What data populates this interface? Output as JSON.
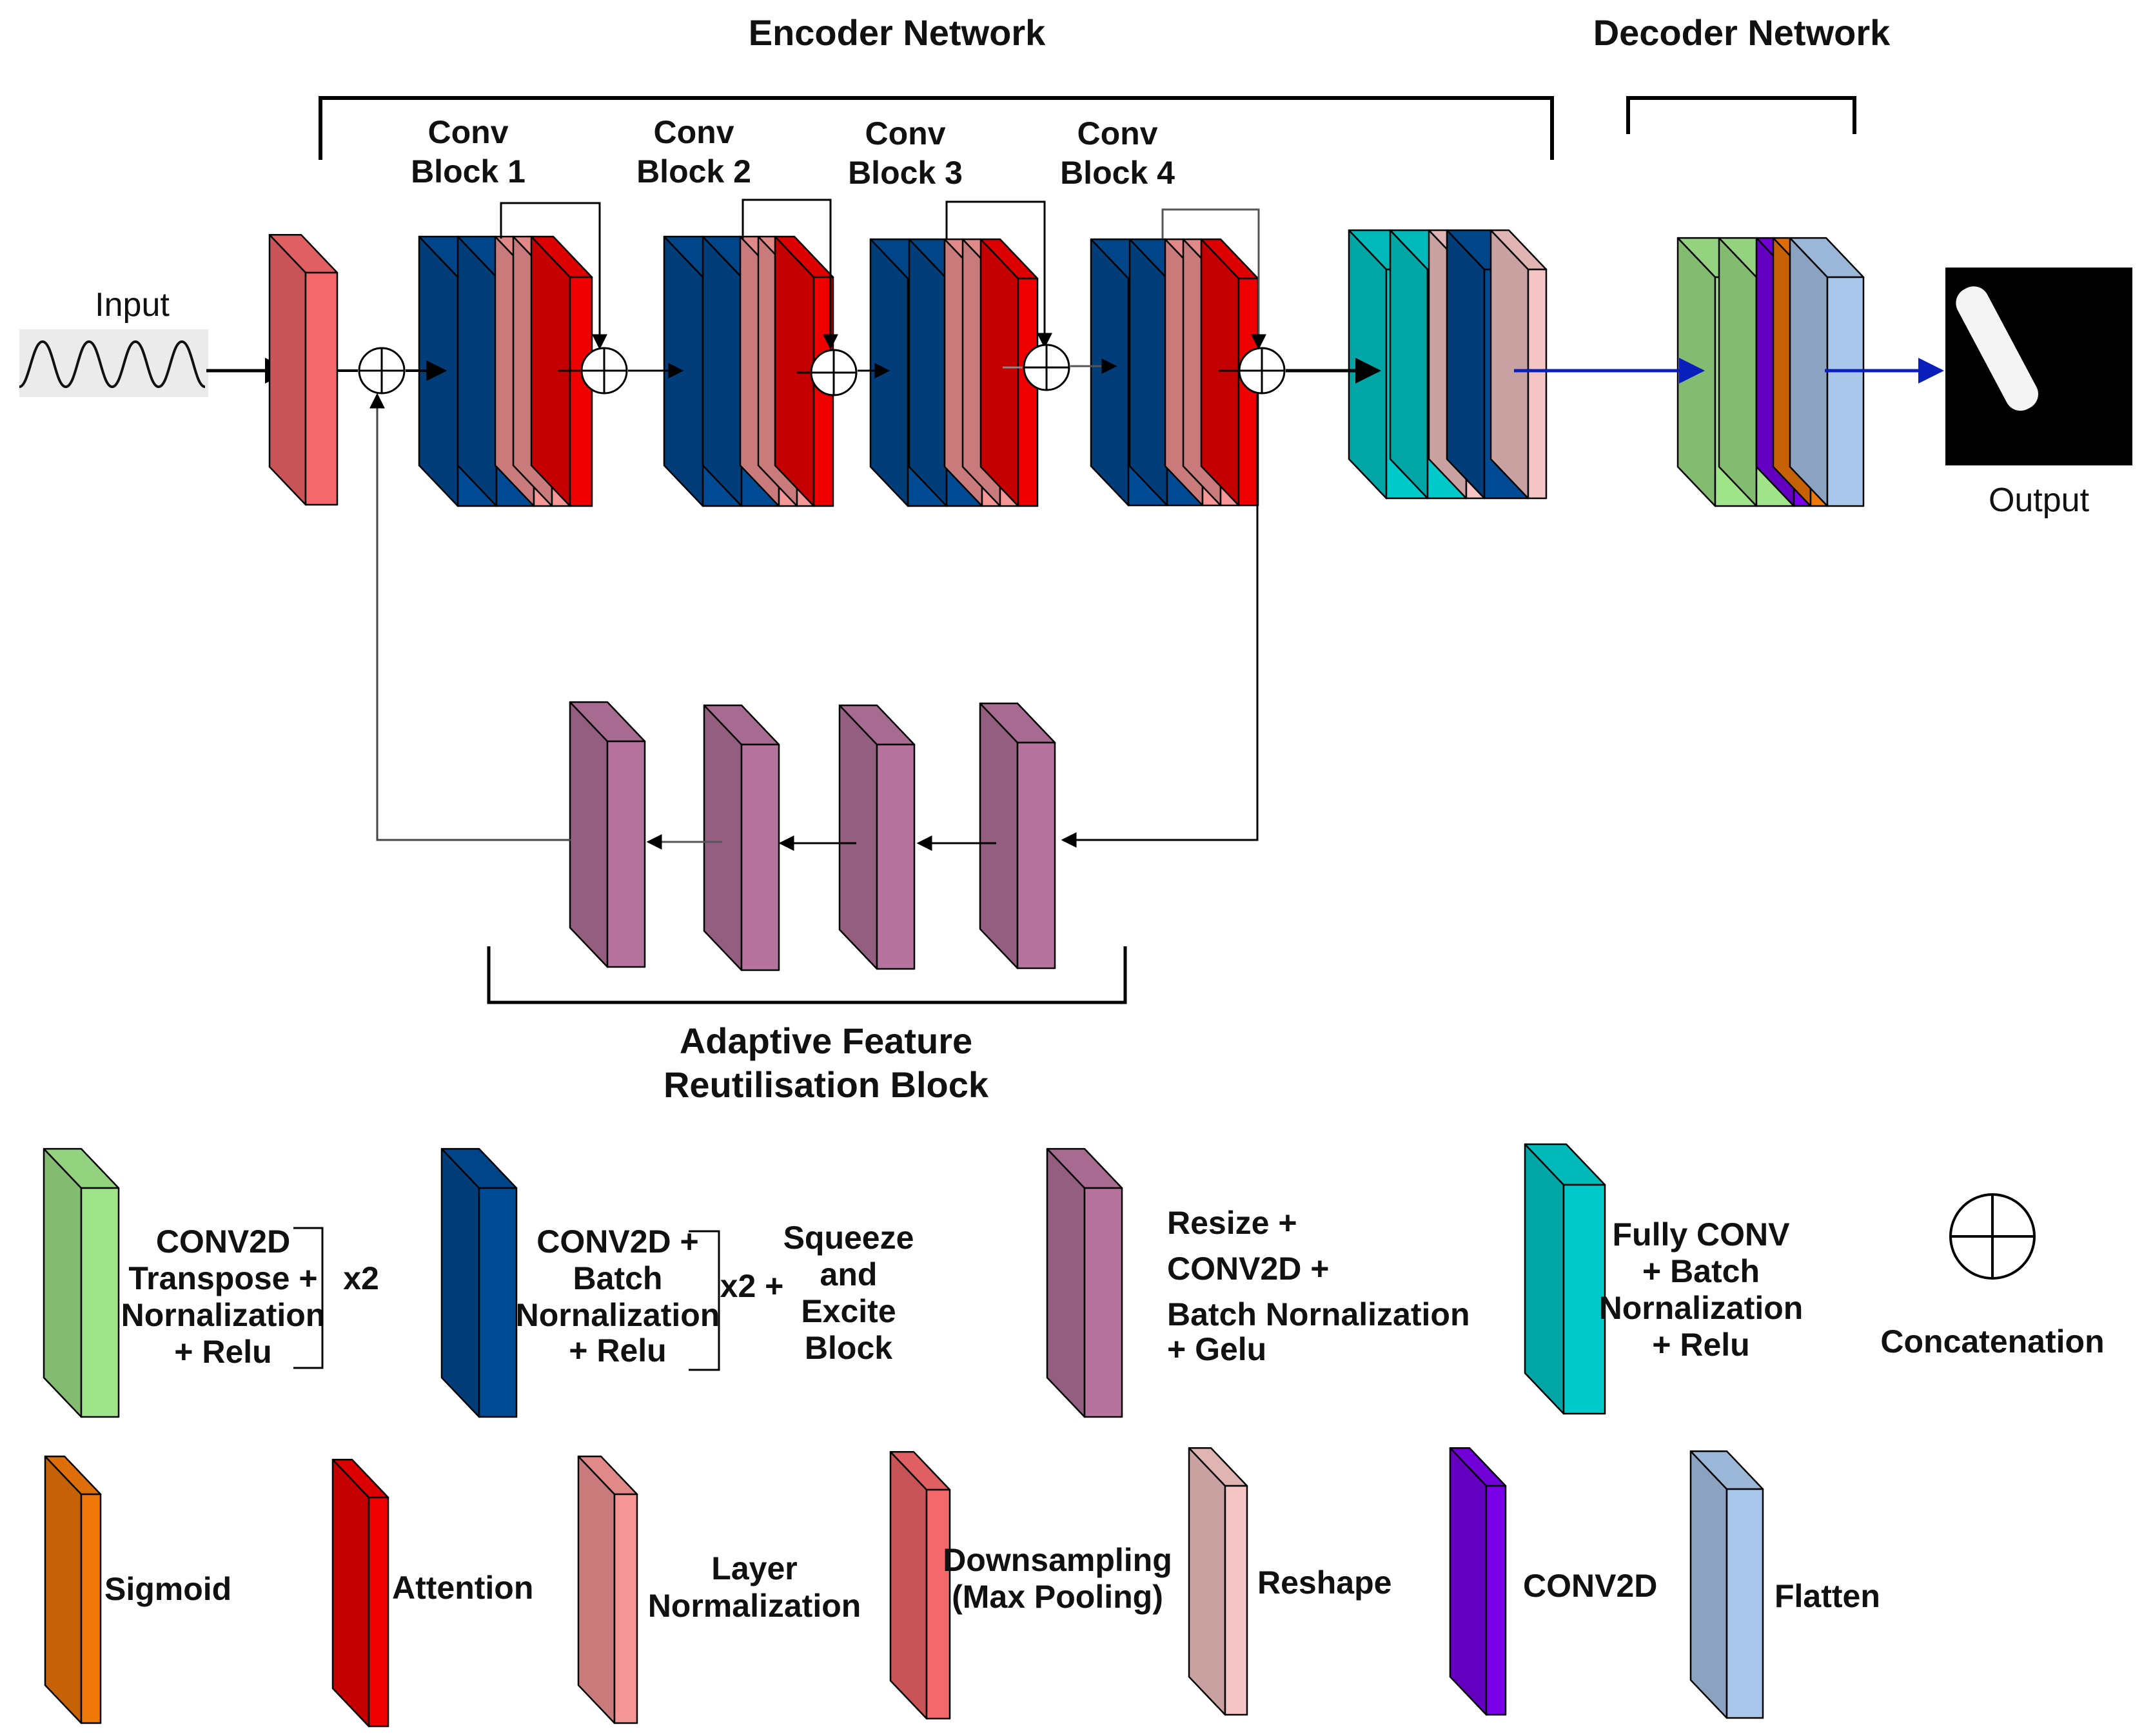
{
  "titles": {
    "encoder": "Encoder Network",
    "decoder": "Decoder Network",
    "afr": [
      "Adaptive Feature",
      "Reutilisation  Block"
    ]
  },
  "labels": {
    "input": "Input",
    "output": "Output",
    "conv_blocks": [
      [
        "Conv",
        "Block 1"
      ],
      [
        "Conv",
        "Block 2"
      ],
      [
        "Conv",
        "Block 3"
      ],
      [
        "Conv",
        "Block 4"
      ]
    ]
  },
  "legend": {
    "conv_transpose": [
      "CONV2D",
      "Transpose  +",
      "Nornalization",
      "+ Relu"
    ],
    "conv_transpose_mult": "x2",
    "conv_bn": [
      "CONV2D +",
      "Batch",
      "Nornalization",
      "+ Relu"
    ],
    "conv_bn_mult": "x2 +",
    "squeeze": [
      "Squeeze",
      "and",
      "Excite",
      "Block"
    ],
    "resize": [
      "Resize +",
      "CONV2D  +",
      "Batch Nornalization",
      "+ Gelu"
    ],
    "fully_conv": [
      "Fully CONV",
      "+ Batch",
      "Nornalization",
      "+ Relu"
    ],
    "concatenation": "Concatenation",
    "sigmoid": "Sigmoid",
    "attention": "Attention",
    "layer_norm": [
      "Layer",
      "Normalization"
    ],
    "downsampling": [
      "Downsampling",
      "(Max Pooling)"
    ],
    "reshape": "Reshape",
    "conv2d": "CONV2D",
    "flatten": "Flatten"
  },
  "colors": {
    "green": "#a0e48a",
    "navy": "#004b93",
    "mauve": "#b5739d",
    "teal": "#00c9c9",
    "orange": "#f0780a",
    "red": "#ef0000",
    "salmon": "#f59595",
    "downsample": "#f4676a",
    "pink": "#f5c4c4",
    "purple": "#7a00ea",
    "lightblue": "#a9c7ea",
    "arrow_blue": "#0a1fba"
  }
}
